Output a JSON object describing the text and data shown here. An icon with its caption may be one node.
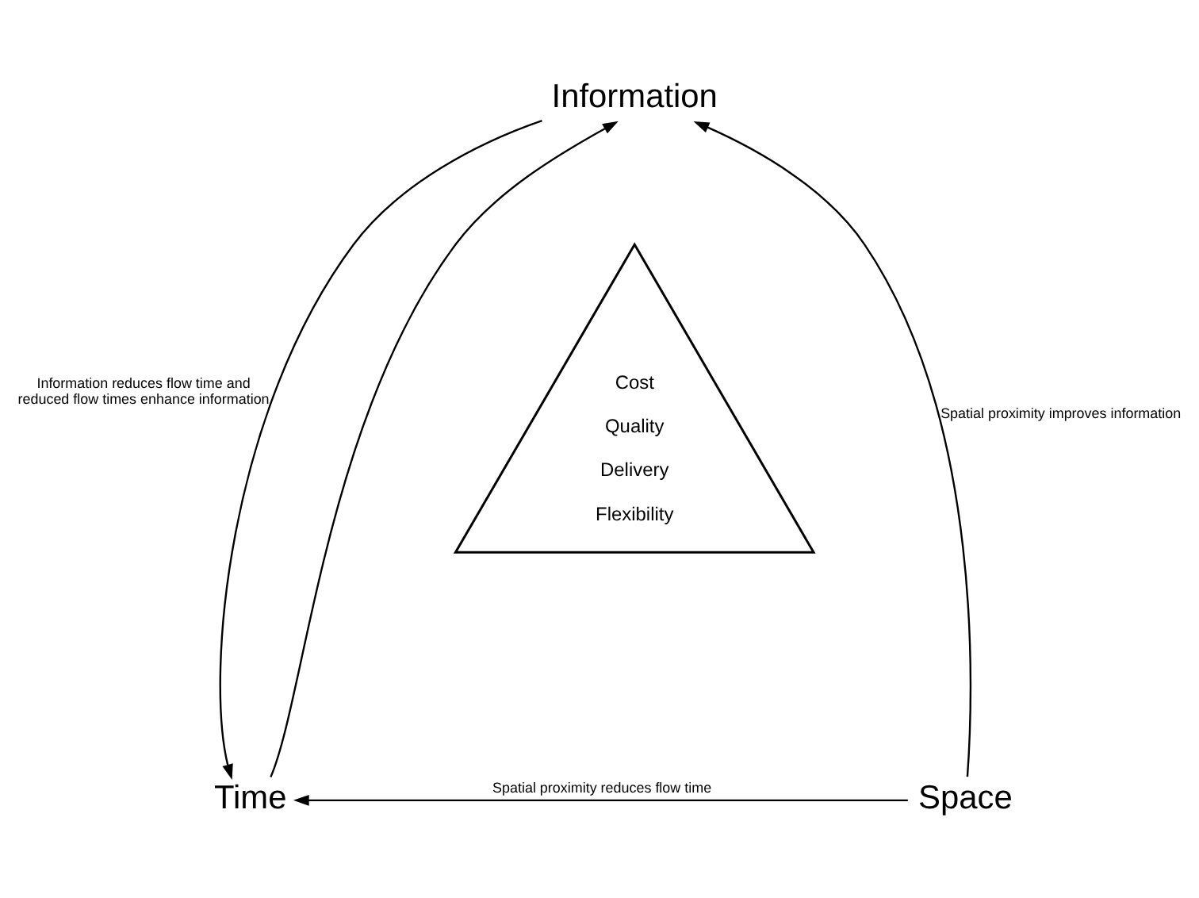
{
  "diagram": {
    "nodes": [
      {
        "text": [
          "Information"
        ]
      },
      {
        "text": [
          "Time"
        ]
      },
      {
        "text": [
          "Space"
        ]
      },
      {
        "text": [
          "Cost",
          "Quality",
          "Delivery",
          "Flexibility"
        ]
      }
    ],
    "edges": [
      {
        "from": 0,
        "to": 1,
        "arrow": "to",
        "label": "Information reduces flow time and reduced flow times enhance information"
      },
      {
        "from": 1,
        "to": 0,
        "arrow": "to"
      },
      {
        "from": 2,
        "to": 0,
        "arrow": "to",
        "label": "Spatial proximity improves information"
      },
      {
        "from": 2,
        "to": 1,
        "arrow": "to",
        "label": "Spatial proximity reduces flow time"
      }
    ]
  }
}
